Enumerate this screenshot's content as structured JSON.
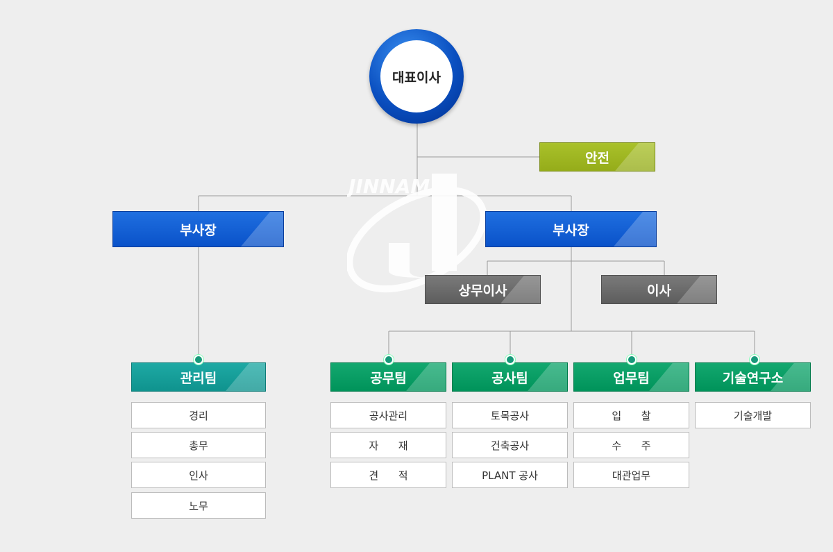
{
  "ceo": "대표이사",
  "safety": "안전",
  "watermark": "JINNAM",
  "vp_left": "부사장",
  "vp_right": "부사장",
  "exec_left": "상무이사",
  "exec_right": "이사",
  "teams": {
    "admin": {
      "title": "관리팀",
      "items": [
        "경리",
        "총무",
        "인사",
        "노무"
      ]
    },
    "engineering": {
      "title": "공무팀",
      "items": [
        "공사관리",
        "자      재",
        "견      적"
      ]
    },
    "construction": {
      "title": "공사팀",
      "items": [
        "토목공사",
        "건축공사",
        "PLANT 공사"
      ]
    },
    "business": {
      "title": "업무팀",
      "items": [
        "입      찰",
        "수      주",
        "대관업무"
      ]
    },
    "research": {
      "title": "기술연구소",
      "items": [
        "기술개발"
      ]
    }
  }
}
